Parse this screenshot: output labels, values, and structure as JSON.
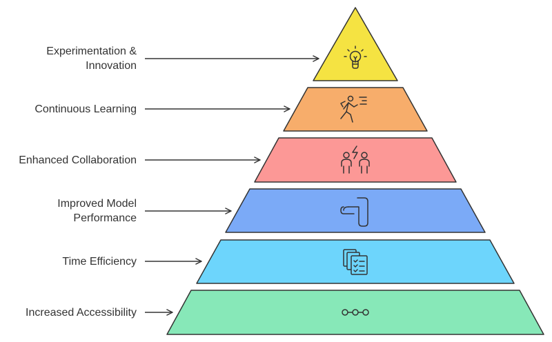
{
  "diagram": {
    "type": "pyramid",
    "tiers": [
      {
        "label": "Experimentation &\nInnovation",
        "color": "#f5e342",
        "icon": "lightbulb-icon"
      },
      {
        "label": "Continuous Learning",
        "color": "#f7ad6b",
        "icon": "running-person-icon"
      },
      {
        "label": "Enhanced Collaboration",
        "color": "#fc9896",
        "icon": "two-people-lightning-icon"
      },
      {
        "label": "Improved Model\nPerformance",
        "color": "#7baaf7",
        "icon": "path-arrow-icon"
      },
      {
        "label": "Time Efficiency",
        "color": "#6dd5fc",
        "icon": "checklist-documents-icon"
      },
      {
        "label": "Increased Accessibility",
        "color": "#87e8b8",
        "icon": "connected-nodes-icon"
      }
    ],
    "outline_color": "#333333"
  }
}
